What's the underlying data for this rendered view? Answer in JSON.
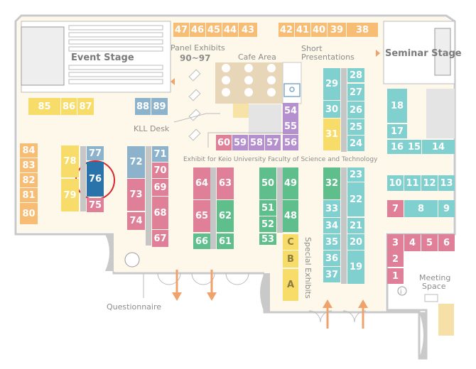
{
  "colors": {
    "orange": "#f7bd74",
    "blue_gray": "#8db3cc",
    "yellow": "#f7dc6a",
    "pink": "#e07f98",
    "green": "#5fbf8c",
    "teal": "#7fd0cf",
    "purple": "#b590cf",
    "highlight": "#2a73aa",
    "highlight_ring": "#d9262c",
    "floor": "#fdf8e9",
    "wall": "#c9c9c9",
    "arrow": "#f0a26d"
  },
  "labels": {
    "event_stage": "Event Stage",
    "seminar_stage": "Seminar Stage",
    "panel_exhibits": "Panel Exhibits",
    "panel_range": "90~97",
    "cafe_area": "Cafe Area",
    "short_presentations_1": "Short",
    "short_presentations_2": "Presentations",
    "kll_desk": "KLL Desk",
    "exhibit_keio": "Exhibit for Keio University Faculty of Science and Technology",
    "special_exhibits": "Special Exhibits",
    "questionnaire": "Questionnaire",
    "meeting_1": "Meeting",
    "meeting_2": "Space"
  },
  "booths": [
    {
      "id": "47",
      "color": "orange"
    },
    {
      "id": "46",
      "color": "orange"
    },
    {
      "id": "45",
      "color": "orange"
    },
    {
      "id": "44",
      "color": "orange"
    },
    {
      "id": "43",
      "color": "orange"
    },
    {
      "id": "42",
      "color": "orange"
    },
    {
      "id": "41",
      "color": "orange"
    },
    {
      "id": "40",
      "color": "orange"
    },
    {
      "id": "39",
      "color": "orange"
    },
    {
      "id": "38",
      "color": "orange"
    },
    {
      "id": "85",
      "color": "yellow"
    },
    {
      "id": "86",
      "color": "yellow"
    },
    {
      "id": "87",
      "color": "yellow"
    },
    {
      "id": "88",
      "color": "blue_gray"
    },
    {
      "id": "89",
      "color": "blue_gray"
    },
    {
      "id": "84",
      "color": "orange"
    },
    {
      "id": "83",
      "color": "orange"
    },
    {
      "id": "82",
      "color": "orange"
    },
    {
      "id": "81",
      "color": "orange"
    },
    {
      "id": "80",
      "color": "orange"
    },
    {
      "id": "78",
      "color": "yellow"
    },
    {
      "id": "79",
      "color": "yellow"
    },
    {
      "id": "77",
      "color": "blue_gray"
    },
    {
      "id": "76",
      "color": "highlight"
    },
    {
      "id": "75",
      "color": "pink"
    },
    {
      "id": "72",
      "color": "blue_gray"
    },
    {
      "id": "73",
      "color": "pink"
    },
    {
      "id": "74",
      "color": "pink"
    },
    {
      "id": "71",
      "color": "blue_gray"
    },
    {
      "id": "70",
      "color": "pink"
    },
    {
      "id": "69",
      "color": "pink"
    },
    {
      "id": "68",
      "color": "pink"
    },
    {
      "id": "67",
      "color": "pink"
    },
    {
      "id": "64",
      "color": "pink"
    },
    {
      "id": "65",
      "color": "pink"
    },
    {
      "id": "66",
      "color": "green"
    },
    {
      "id": "63",
      "color": "pink"
    },
    {
      "id": "62",
      "color": "green"
    },
    {
      "id": "61",
      "color": "green"
    },
    {
      "id": "60",
      "color": "pink"
    },
    {
      "id": "59",
      "color": "purple"
    },
    {
      "id": "58",
      "color": "purple"
    },
    {
      "id": "57",
      "color": "purple"
    },
    {
      "id": "56",
      "color": "purple"
    },
    {
      "id": "54",
      "color": "purple"
    },
    {
      "id": "55",
      "color": "purple"
    },
    {
      "id": "50",
      "color": "green"
    },
    {
      "id": "51",
      "color": "green"
    },
    {
      "id": "52",
      "color": "green"
    },
    {
      "id": "53",
      "color": "green"
    },
    {
      "id": "49",
      "color": "green"
    },
    {
      "id": "48",
      "color": "green"
    },
    {
      "id": "C",
      "color": "yellow"
    },
    {
      "id": "B",
      "color": "yellow"
    },
    {
      "id": "A",
      "color": "yellow"
    },
    {
      "id": "29",
      "color": "teal"
    },
    {
      "id": "30",
      "color": "teal"
    },
    {
      "id": "31",
      "color": "yellow"
    },
    {
      "id": "28",
      "color": "teal"
    },
    {
      "id": "27",
      "color": "teal"
    },
    {
      "id": "26",
      "color": "teal"
    },
    {
      "id": "25",
      "color": "teal"
    },
    {
      "id": "24",
      "color": "teal"
    },
    {
      "id": "32",
      "color": "green"
    },
    {
      "id": "33",
      "color": "teal"
    },
    {
      "id": "34",
      "color": "teal"
    },
    {
      "id": "35",
      "color": "teal"
    },
    {
      "id": "36",
      "color": "teal"
    },
    {
      "id": "37",
      "color": "teal"
    },
    {
      "id": "23",
      "color": "teal"
    },
    {
      "id": "22",
      "color": "teal"
    },
    {
      "id": "21",
      "color": "teal"
    },
    {
      "id": "20",
      "color": "teal"
    },
    {
      "id": "19",
      "color": "teal"
    },
    {
      "id": "18",
      "color": "teal"
    },
    {
      "id": "17",
      "color": "teal"
    },
    {
      "id": "16",
      "color": "teal"
    },
    {
      "id": "15",
      "color": "teal"
    },
    {
      "id": "14",
      "color": "teal"
    },
    {
      "id": "10",
      "color": "teal"
    },
    {
      "id": "11",
      "color": "teal"
    },
    {
      "id": "12",
      "color": "teal"
    },
    {
      "id": "13",
      "color": "teal"
    },
    {
      "id": "7",
      "color": "pink"
    },
    {
      "id": "8",
      "color": "teal"
    },
    {
      "id": "9",
      "color": "teal"
    },
    {
      "id": "3",
      "color": "pink"
    },
    {
      "id": "4",
      "color": "pink"
    },
    {
      "id": "5",
      "color": "pink"
    },
    {
      "id": "6",
      "color": "pink"
    },
    {
      "id": "2",
      "color": "pink"
    },
    {
      "id": "1",
      "color": "pink"
    }
  ]
}
